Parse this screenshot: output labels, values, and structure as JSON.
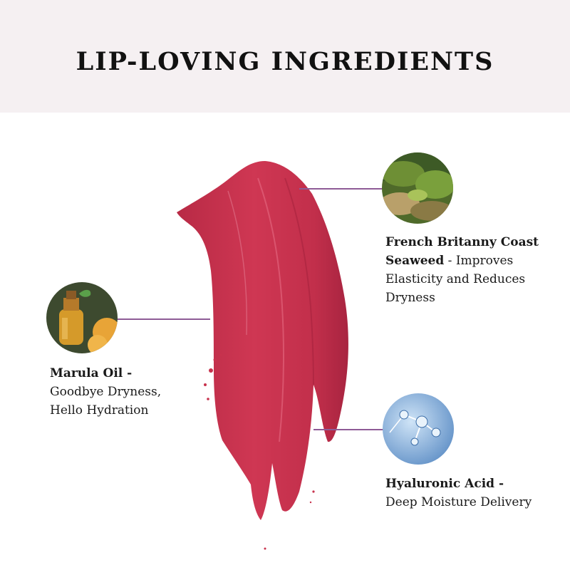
{
  "header": {
    "title": "LIP-LOVING INGREDIENTS"
  },
  "colors": {
    "swatch": "#c8324d",
    "connector": "#8e5b96",
    "header_bg": "#f5f0f2"
  },
  "ingredients": [
    {
      "name": "French Britanny Coast",
      "name2": "Seaweed",
      "desc": " - Improves",
      "desc2": "Elasticity and Reduces",
      "desc3": "Dryness",
      "icon": "seaweed-icon"
    },
    {
      "name": "Marula Oil -",
      "desc": "Goodbye Dryness,",
      "desc2": "Hello Hydration",
      "icon": "oil-bottle-icon"
    },
    {
      "name": "Hyaluronic Acid -",
      "desc": "Deep Moisture Delivery",
      "icon": "molecule-icon"
    }
  ]
}
